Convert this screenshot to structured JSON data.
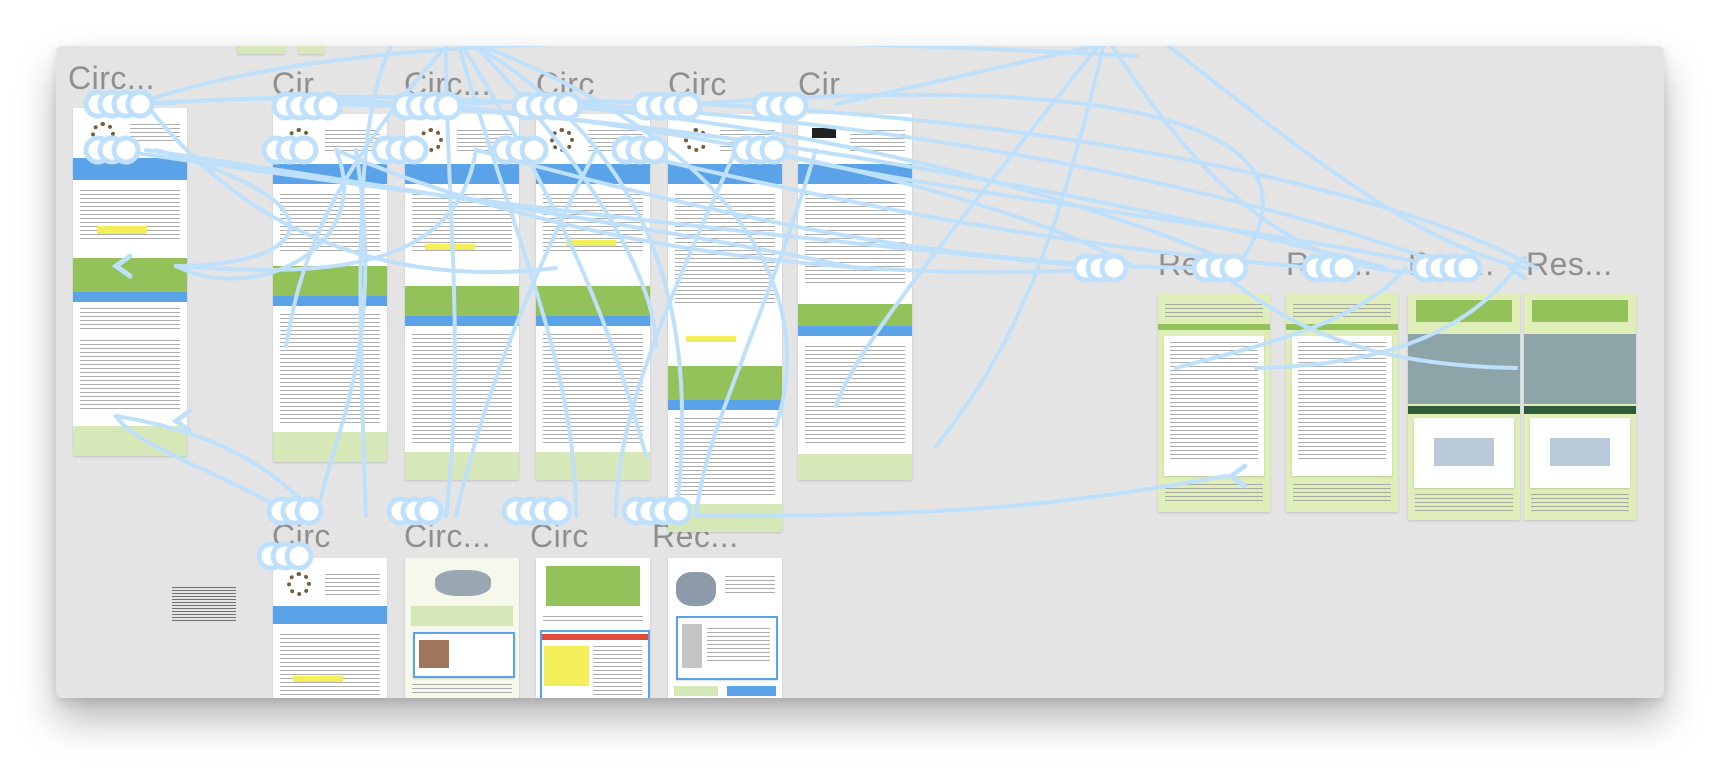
{
  "canvas": {
    "background": "#e4e4e4",
    "connector_color": "#bfe0fb"
  },
  "frames": {
    "top_left": {
      "title": "Circ..."
    },
    "row1_2": {
      "title": "Cir"
    },
    "row1_3": {
      "title": "Circ..."
    },
    "row1_4": {
      "title": "Circ"
    },
    "row1_5": {
      "title": "Circ"
    },
    "row1_6": {
      "title": "Cir"
    },
    "res_1": {
      "title": "Res..."
    },
    "res_2": {
      "title": "Res..."
    },
    "res_3": {
      "title": "Res..."
    },
    "res_4": {
      "title": "Res..."
    },
    "row2_1": {
      "title": "Circ"
    },
    "row2_2": {
      "title": "Circ..."
    },
    "row2_3": {
      "title": "Circ"
    },
    "row2_4": {
      "title": "Rec..."
    }
  },
  "icons": {
    "hotspot": "hotspot-circle-icon",
    "arrow": "connector-arrow-icon"
  }
}
